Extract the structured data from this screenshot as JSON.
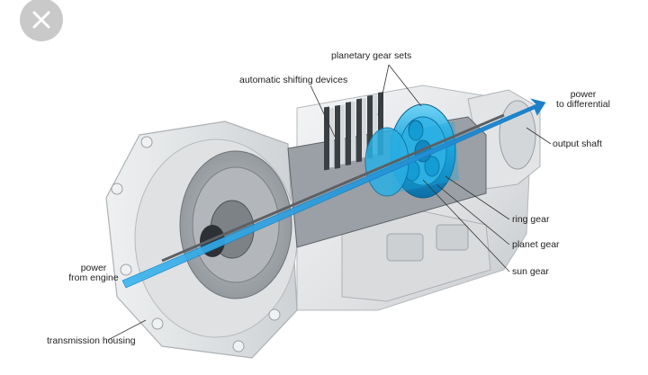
{
  "toolbar": {
    "close_icon": "close-icon"
  },
  "diagram": {
    "labels": {
      "planetary_gear_sets": "planetary gear sets",
      "automatic_shifting_devices": "automatic shifting devices",
      "power_to_differential_line1": "power",
      "power_to_differential_line2": "to differential",
      "output_shaft": "output shaft",
      "ring_gear": "ring gear",
      "planet_gear": "planet gear",
      "sun_gear": "sun gear",
      "power_from_engine_line1": "power",
      "power_from_engine_line2": "from engine",
      "transmission_housing": "transmission housing"
    },
    "colors": {
      "housing": "#e6e7e9",
      "housing_dark": "#a8abaf",
      "gear_blue": "#1aa3d9",
      "power_arrow": "#1e90d6",
      "close_bg": "#c9c9c9"
    }
  }
}
